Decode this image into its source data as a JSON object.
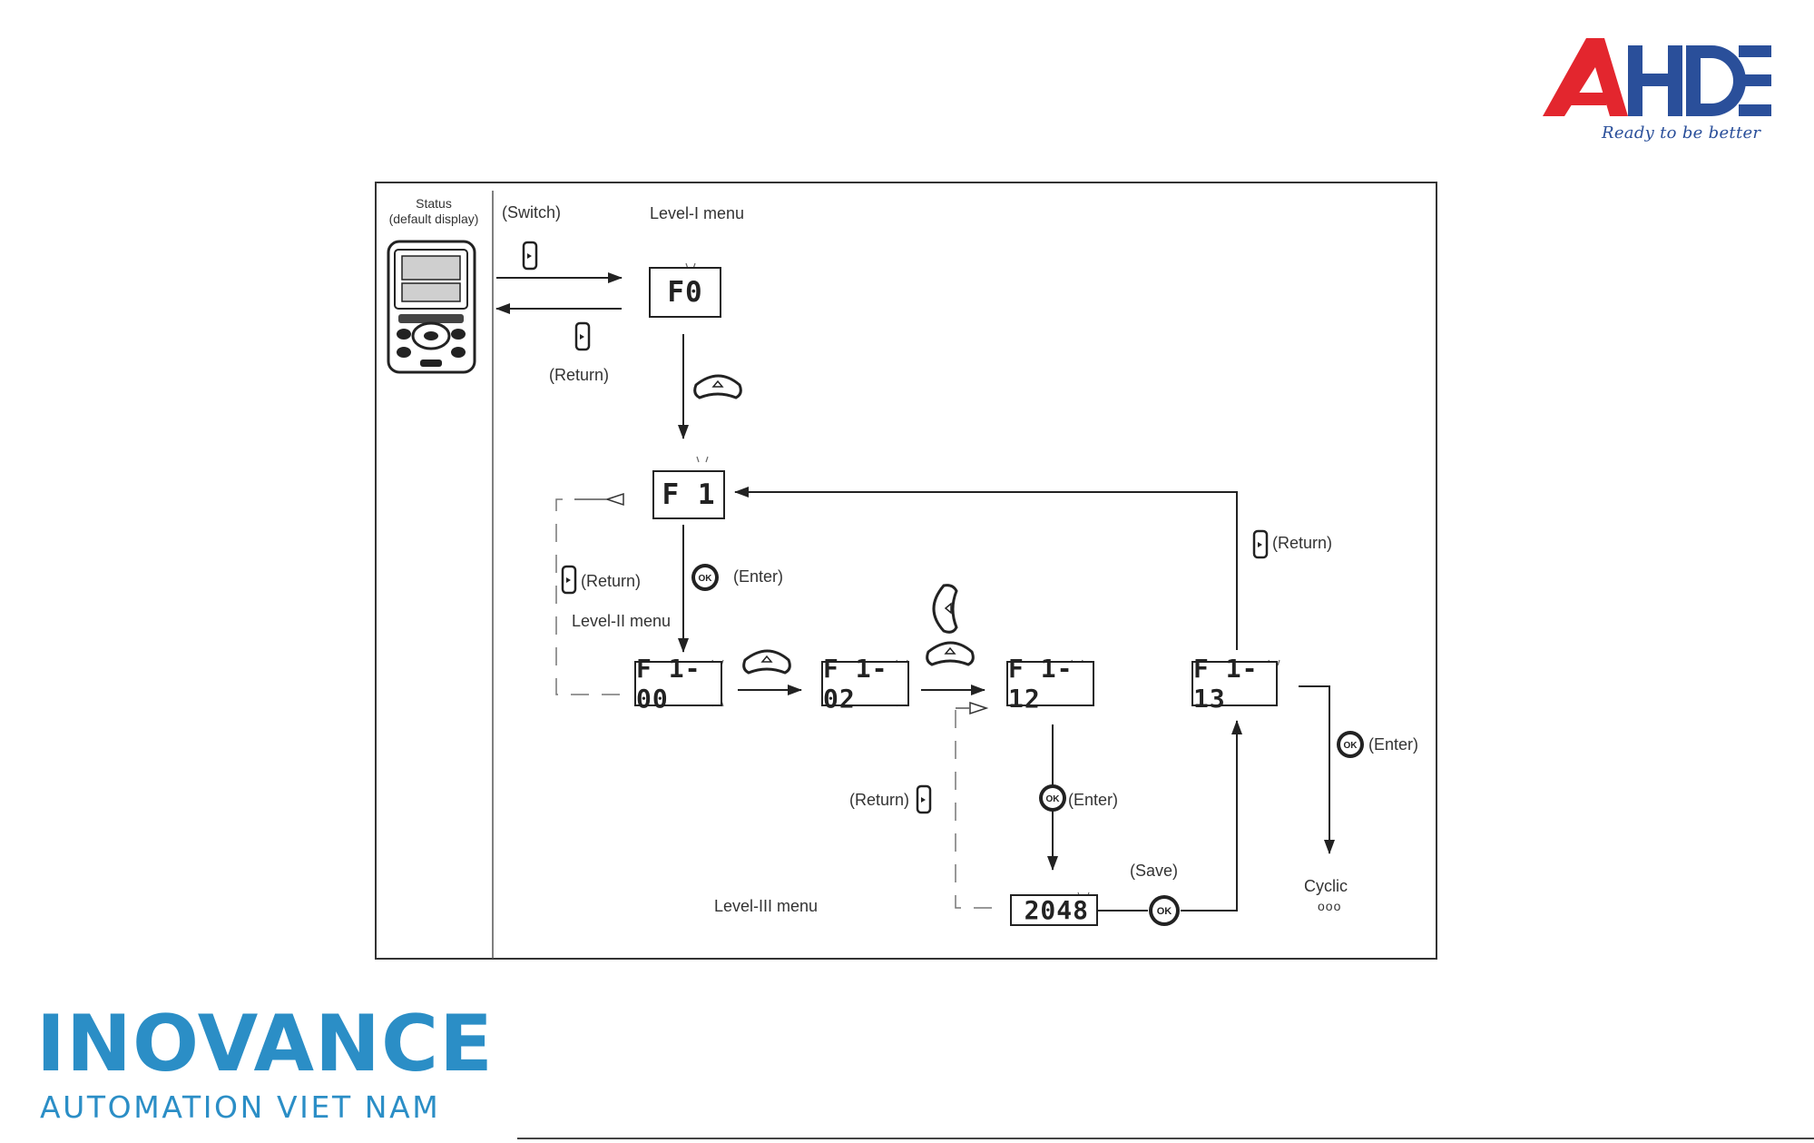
{
  "brand": {
    "ahde_name": "AHDE",
    "ahde_tagline": "Ready to be better",
    "inovance_name": "INOVANCE",
    "inovance_sub": "AUTOMATION VIET NAM",
    "colors": {
      "ahde_red": "#e3262e",
      "ahde_blue": "#2a4f9a",
      "inovance_blue": "#2b8ec6"
    }
  },
  "diagram": {
    "status_title": "Status",
    "status_subtitle": "(default display)",
    "switch_label": "(Switch)",
    "level1_label": "Level-I menu",
    "level2_label": "Level-II menu",
    "level3_label": "Level-III menu",
    "return_label": "(Return)",
    "enter_label": "(Enter)",
    "save_label": "(Save)",
    "cyclic_label": "Cyclic",
    "ellipsis": "ooo",
    "lcd": {
      "f0": "F0",
      "f1": "F 1",
      "f1_00": "F 1-00",
      "f1_02": "F 1-02",
      "f1_12": "F 1- 12",
      "f1_13": "F 1- 13",
      "value": "2048"
    },
    "keys": {
      "esc": "esc-key-icon",
      "up": "up-key-icon",
      "left": "left-key-icon",
      "ok": "OK"
    }
  }
}
